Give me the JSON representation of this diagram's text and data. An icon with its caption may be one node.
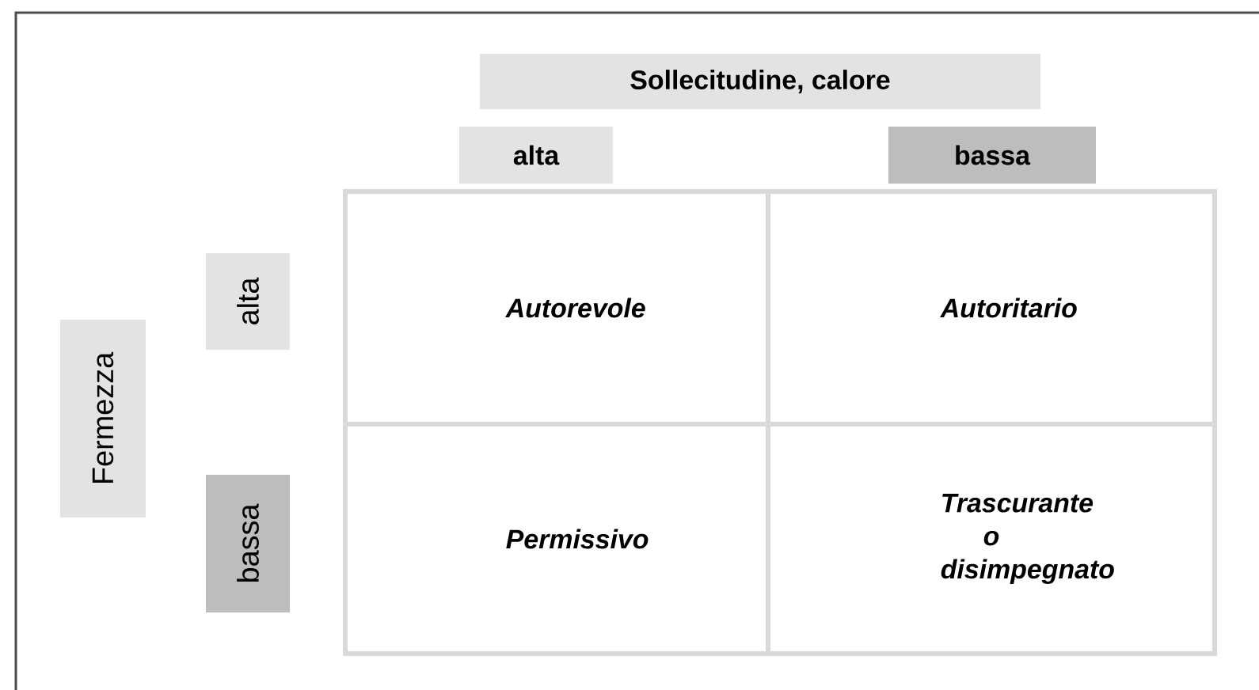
{
  "diagram": {
    "nodes": [
      {
        "text": [
          "Sollecitudine, calore"
        ]
      },
      {
        "text": [
          "alta"
        ]
      },
      {
        "text": [
          "bassa"
        ]
      },
      {
        "text": [
          "Fermezza"
        ]
      },
      {
        "text": [
          "alta"
        ]
      },
      {
        "text": [
          "bassa"
        ]
      },
      {
        "text": [
          "Autorevole"
        ]
      },
      {
        "text": [
          "Autoritario"
        ]
      },
      {
        "text": [
          "Permissivo"
        ]
      },
      {
        "text": [
          "Trascurante o disimpegnato"
        ]
      }
    ]
  }
}
